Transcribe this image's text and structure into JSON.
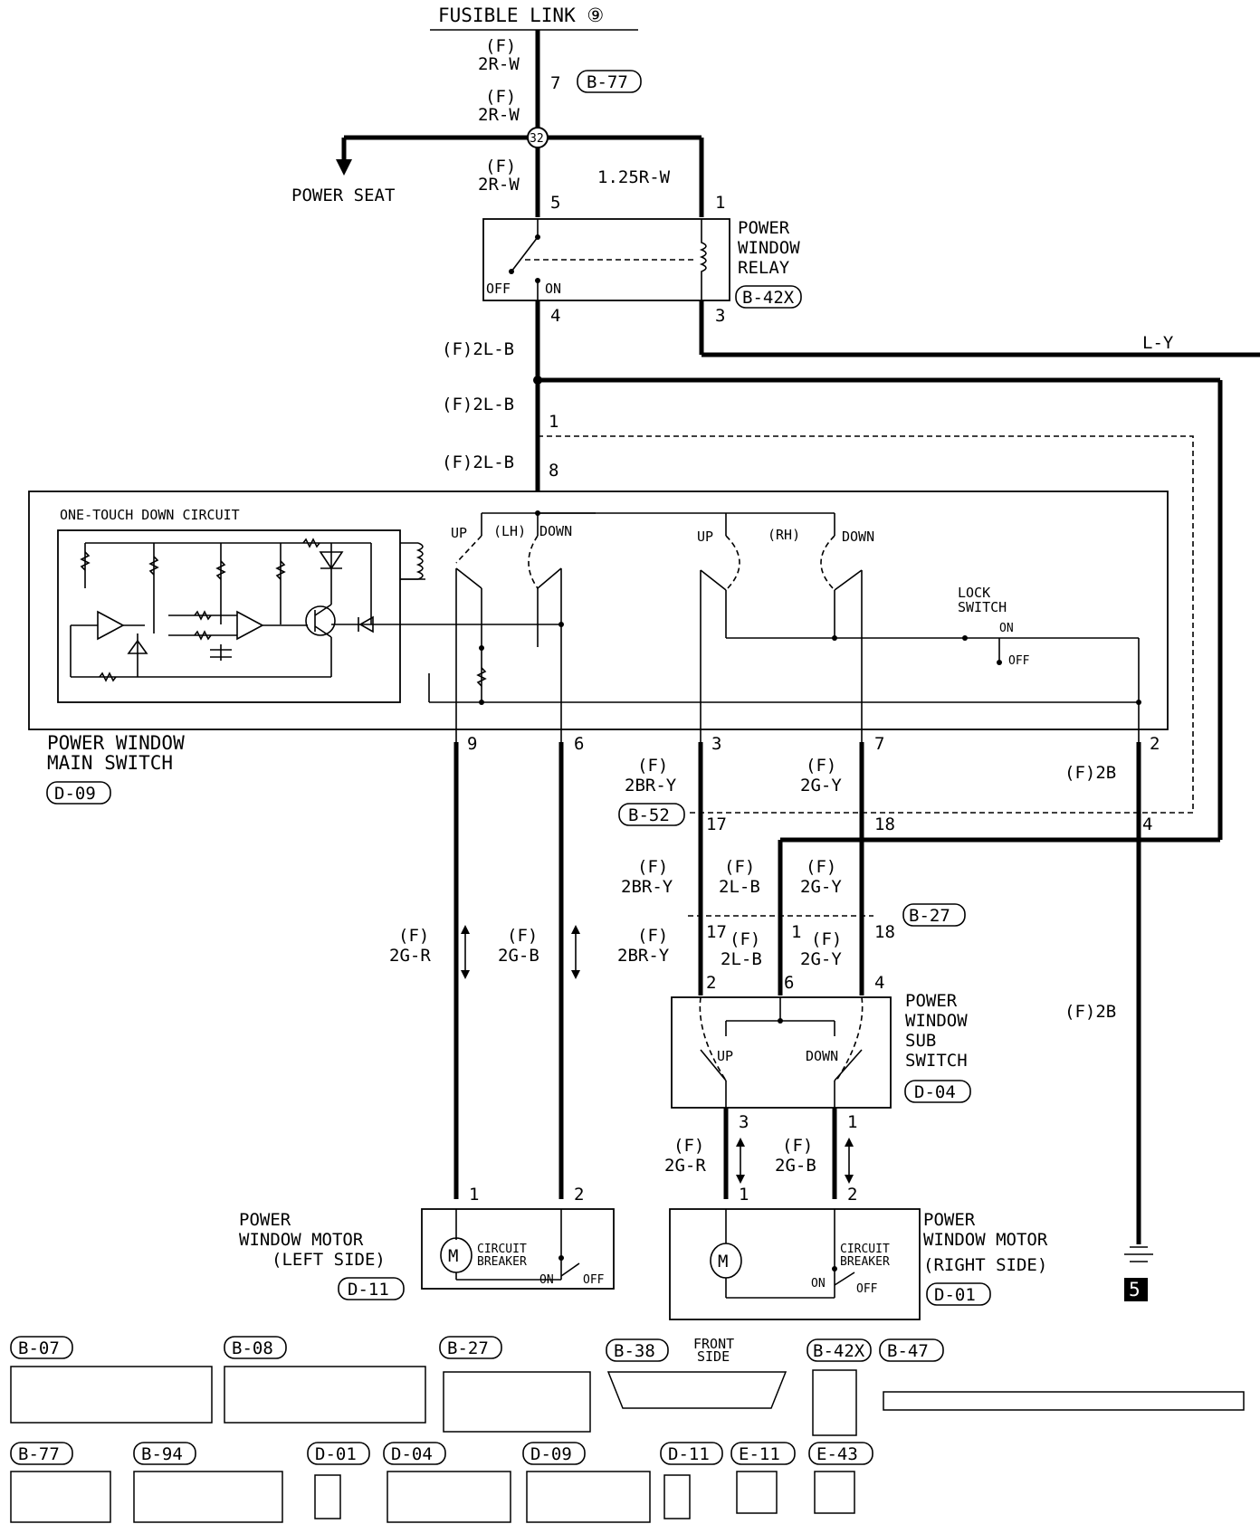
{
  "header": {
    "fusible_link": "FUSIBLE LINK ⑨"
  },
  "wires": {
    "f": "(F)",
    "w_2rw": "2R-W",
    "w_125rw": "1.25R-W",
    "w_2lb": "(F)2L-B",
    "w_2lb_s": "2L-B",
    "w_ly": "L-Y",
    "w_2bry": "2BR-Y",
    "w_2gy": "2G-Y",
    "w_2b": "(F)2B",
    "w_2gr": "2G-R",
    "w_2gb": "2G-B"
  },
  "labels": {
    "power_seat": "POWER SEAT",
    "relay": [
      "POWER",
      "WINDOW",
      "RELAY"
    ],
    "relay_off": "OFF",
    "relay_on": "ON",
    "one_touch": "ONE-TOUCH DOWN CIRCUIT",
    "main_switch": [
      "POWER WINDOW",
      "MAIN SWITCH"
    ],
    "up": "UP",
    "down": "DOWN",
    "lh": "(LH)",
    "rh": "(RH)",
    "lock_switch": [
      "LOCK",
      "SWITCH"
    ],
    "on": "ON",
    "off": "OFF",
    "sub_switch": [
      "POWER",
      "WINDOW",
      "SUB",
      "SWITCH"
    ],
    "circuit_breaker": [
      "CIRCUIT",
      "BREAKER"
    ],
    "motor_left": [
      "POWER",
      "WINDOW MOTOR",
      "(LEFT SIDE)"
    ],
    "motor_right": [
      "POWER",
      "WINDOW MOTOR",
      "(RIGHT SIDE)"
    ],
    "motor_symbol": "M",
    "ground": "5",
    "front_side": [
      "FRONT",
      "SIDE"
    ]
  },
  "connectors": {
    "b77": "B-77",
    "b42x": "B-42X",
    "d09": "D-09",
    "b52": "B-52",
    "b27": "B-27",
    "d04": "D-04",
    "d11": "D-11",
    "d01": "D-01",
    "b07": "B-07",
    "b08": "B-08",
    "b38": "B-38",
    "b47": "B-47",
    "b94": "B-94",
    "e11": "E-11",
    "e43": "E-43"
  },
  "pins": {
    "p7": "7",
    "p5": "5",
    "p1": "1",
    "p4": "4",
    "p3": "3",
    "p8": "8",
    "p9": "9",
    "p6": "6",
    "p2": "2",
    "p17": "17",
    "p18": "18",
    "p32": "32"
  },
  "colors": {
    "ink": "#000000",
    "paper": "#ffffff"
  }
}
